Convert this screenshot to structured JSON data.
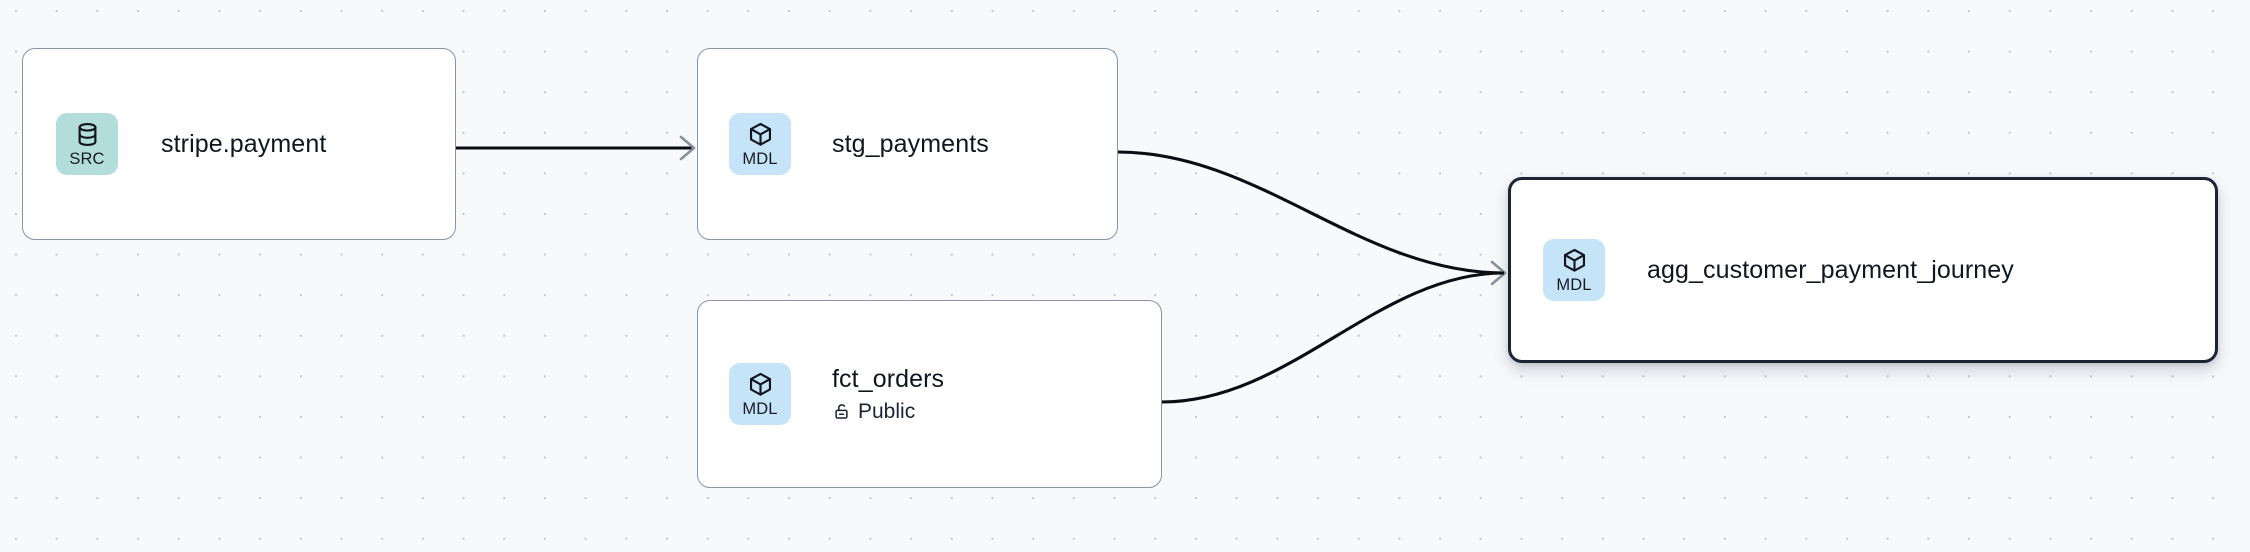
{
  "canvas": {
    "background_color": "#f7f9fb",
    "grid": "dot-grid",
    "grid_dot_color": "#c3c8d0"
  },
  "graph": {
    "type": "data-lineage-dag",
    "nodes": [
      {
        "id": "src-stripe-payment",
        "title": "stripe.payment",
        "badge_text": "SRC",
        "badge_icon": "database-icon",
        "badge_color": "#b2ddda",
        "selected": false
      },
      {
        "id": "mdl-stg-payments",
        "title": "stg_payments",
        "badge_text": "MDL",
        "badge_icon": "cube-icon",
        "badge_color": "#c5e4f7",
        "selected": false
      },
      {
        "id": "mdl-fct-orders",
        "title": "fct_orders",
        "subtitle": "Public",
        "subtitle_icon": "unlock-icon",
        "badge_text": "MDL",
        "badge_icon": "cube-icon",
        "badge_color": "#c5e4f7",
        "selected": false
      },
      {
        "id": "mdl-agg-customer-payment-journey",
        "title": "agg_customer_payment_journey",
        "badge_text": "MDL",
        "badge_icon": "cube-icon",
        "badge_color": "#c5e4f7",
        "selected": true
      }
    ],
    "edges": [
      {
        "id": "edge-stripe-to-stg",
        "from": "src-stripe-payment",
        "to": "mdl-stg-payments",
        "style": "straight"
      },
      {
        "id": "edge-stg-to-agg",
        "from": "mdl-stg-payments",
        "to": "mdl-agg-customer-payment-journey",
        "style": "bezier"
      },
      {
        "id": "edge-fct-to-agg",
        "from": "mdl-fct-orders",
        "to": "mdl-agg-customer-payment-journey",
        "style": "bezier"
      }
    ],
    "edge_color": "#0b0d12",
    "arrowhead_color": "#8a919e",
    "selected_border_color": "#1c2333",
    "node_border_color": "#8b93a6"
  }
}
